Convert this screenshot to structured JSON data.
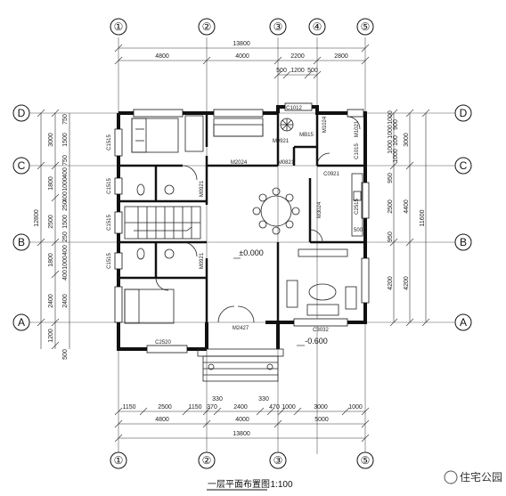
{
  "axes": {
    "vertical": [
      "①",
      "②",
      "③",
      "④",
      "⑤"
    ],
    "horizontal": [
      "D",
      "C",
      "B",
      "A"
    ]
  },
  "top_dims": {
    "overall": "13800",
    "row1": [
      "4800",
      "4000",
      "2200",
      "2800"
    ],
    "row2": [
      "500",
      "1200",
      "500"
    ]
  },
  "bottom_dims": {
    "row1": [
      "1150",
      "2500",
      "1150",
      "370",
      "330",
      "2400",
      "330",
      "470",
      "1000",
      "3000",
      "1000"
    ],
    "row2": [
      "4800",
      "4000",
      "5000"
    ],
    "overall": "13800"
  },
  "left_dims": {
    "outer": [
      "3000",
      "1800",
      "2500",
      "1800",
      "2400",
      "1200"
    ],
    "inner": [
      "750",
      "1500",
      "750",
      "400",
      "1000",
      "400",
      "250",
      "1500",
      "250",
      "400",
      "1000",
      "400",
      "2400"
    ],
    "overall": "12800",
    "extra": "500"
  },
  "right_dims": {
    "outer": [
      "3000",
      "2500",
      "4200"
    ],
    "inner": [
      "1000",
      "1000",
      "1000",
      "950",
      "950",
      "2500",
      "950",
      "4200"
    ],
    "small": [
      "900",
      "100",
      "1000"
    ],
    "overall": "11600",
    "total2": "4400"
  },
  "labels": {
    "elevation_main": "±0.000",
    "elevation_low": "-0.600",
    "windows": [
      "C1012",
      "C1515",
      "C1515",
      "C1515",
      "C1515",
      "C1015",
      "C2515",
      "C2520",
      "C3032",
      "C0921"
    ],
    "doors": [
      "M2024",
      "M0921",
      "M0821",
      "M0921",
      "M1024",
      "M3024",
      "M2427",
      "M0921",
      "M1021"
    ],
    "small_text": [
      "MB15",
      "500"
    ],
    "title": "一层平面布置图",
    "scale": "1:100",
    "watermark": "住宅公园"
  }
}
